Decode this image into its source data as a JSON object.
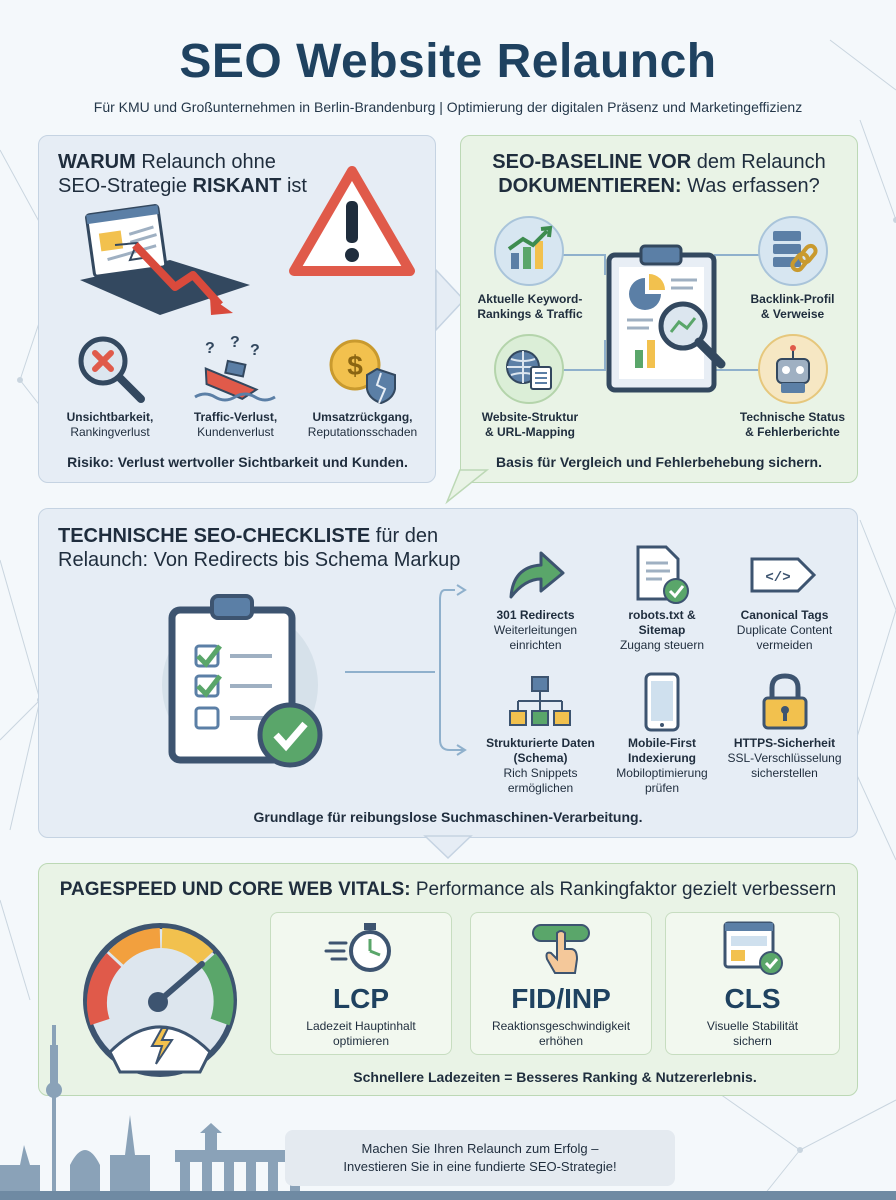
{
  "header": {
    "title": "SEO Website Relaunch",
    "subtitle": "Für KMU und Großunternehmen in Berlin-Brandenburg | Optimierung der digitalen Präsenz und Marketingeffizienz"
  },
  "risk": {
    "heading_pre": "WARUM",
    "heading_mid": " Relaunch ohne",
    "heading_line2_pre": "SEO-Strategie ",
    "heading_strong": "RISKANT",
    "heading_post": " ist",
    "items": [
      {
        "title": "Unsichtbarkeit,",
        "desc": "Rankingverlust",
        "icon": "magnifier-x-icon"
      },
      {
        "title": "Traffic-Verlust,",
        "desc": "Kundenverlust",
        "icon": "sinking-ship-icon"
      },
      {
        "title": "Umsatzrückgang,",
        "desc": "Reputationsschaden",
        "icon": "coin-broken-shield-icon"
      }
    ],
    "summary": "Risiko: Verlust wertvoller Sichtbarkeit und Kunden."
  },
  "baseline": {
    "heading_strong1": "SEO-BASELINE VOR",
    "heading_rest1": " dem Relaunch",
    "heading_strong2": "DOKUMENTIEREN:",
    "heading_rest2": " Was erfassen?",
    "items": [
      {
        "title": "Aktuelle Keyword-",
        "desc": "Rankings & Traffic",
        "icon": "chart-growth-icon"
      },
      {
        "title": "Backlink-Profil",
        "desc": "& Verweise",
        "icon": "server-link-icon"
      },
      {
        "title": "Website-Struktur",
        "desc": "& URL-Mapping",
        "icon": "globe-sitemap-icon"
      },
      {
        "title": "Technische Status",
        "desc": "& Fehlerberichte",
        "icon": "robot-icon"
      }
    ],
    "summary": "Basis für Vergleich und Fehlerbehebung sichern."
  },
  "checklist": {
    "heading_strong": "TECHNISCHE SEO-CHECKLISTE",
    "heading_rest1": " für den",
    "heading_rest2": "Relaunch: Von Redirects bis Schema Markup",
    "items": [
      {
        "title": "301 Redirects",
        "desc1": "Weiterleitungen",
        "desc2": "einrichten",
        "icon": "redirect-arrow-icon"
      },
      {
        "title": "robots.txt &",
        "title2": "Sitemap",
        "desc1": "Zugang steuern",
        "desc2": "",
        "icon": "document-check-icon"
      },
      {
        "title": "Canonical Tags",
        "desc1": "Duplicate Content",
        "desc2": "vermeiden",
        "icon": "code-tag-icon"
      },
      {
        "title": "Strukturierte Daten",
        "title2": "(Schema)",
        "desc1": "Rich Snippets",
        "desc2": "ermöglichen",
        "icon": "hierarchy-icon"
      },
      {
        "title": "Mobile-First",
        "title2": "Indexierung",
        "desc1": "Mobiloptimierung",
        "desc2": "prüfen",
        "icon": "smartphone-icon"
      },
      {
        "title": "HTTPS-Sicherheit",
        "desc1": "SSL-Verschlüsselung",
        "desc2": "sicherstellen",
        "icon": "padlock-icon"
      }
    ],
    "summary": "Grundlage für reibungslose Suchmaschinen-Verarbeitung."
  },
  "vitals": {
    "heading_strong": "PAGESPEED UND CORE WEB VITALS:",
    "heading_rest": " Performance als Rankingfaktor gezielt verbessern",
    "metrics": [
      {
        "name": "LCP",
        "desc1": "Ladezeit Hauptinhalt",
        "desc2": "optimieren",
        "icon": "stopwatch-icon"
      },
      {
        "name": "FID/INP",
        "desc1": "Reaktionsgeschwindigkeit",
        "desc2": "erhöhen",
        "icon": "hand-click-icon"
      },
      {
        "name": "CLS",
        "desc1": "Visuelle Stabilität",
        "desc2": "sichern",
        "icon": "layout-check-icon"
      }
    ],
    "summary": "Schnellere Ladezeiten = Besseres Ranking & Nutzererlebnis."
  },
  "footer": {
    "line1": "Machen Sie Ihren Relaunch zum Erfolg –",
    "line2": "Investieren Sie in eine fundierte SEO-Strategie!"
  },
  "colors": {
    "title": "#1f4260",
    "panel_blue": "#e6edf5",
    "panel_green": "#e9f3e6",
    "warning_red": "#e05a4a",
    "accent_green": "#5aa66a",
    "accent_yellow": "#f2c14e"
  }
}
